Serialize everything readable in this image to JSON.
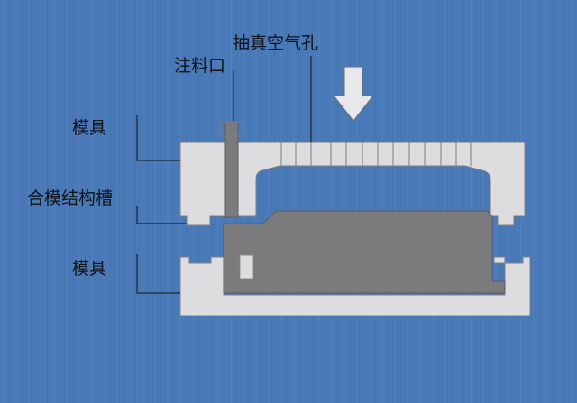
{
  "labels": {
    "injection_port": "注料口",
    "vacuum_holes": "抽真空气孔",
    "mold_upper": "模具",
    "clamping_groove": "合模结构槽",
    "mold_lower": "模具"
  },
  "icons": {
    "press_direction": "down-arrow-icon"
  },
  "colors": {
    "background": "#4a79b8",
    "mold_body": "#dddddf",
    "product_part": "#7b7b7d",
    "leader_lines": "#1d2430"
  }
}
